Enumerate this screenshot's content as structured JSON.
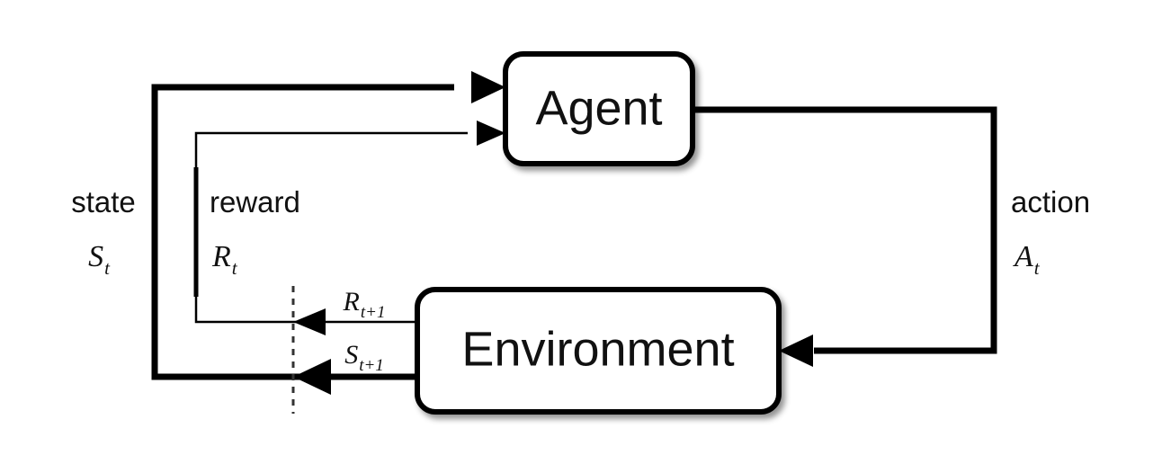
{
  "figure": {
    "kind": "reinforcement-learning-agent-environment-loop",
    "background_color": "#ffffff",
    "line_color": "#000000"
  },
  "nodes": {
    "agent": {
      "label": "Agent"
    },
    "environment": {
      "label": "Environment"
    }
  },
  "signals": {
    "state": {
      "word": "state",
      "symbol": "S",
      "subscript": "t"
    },
    "reward": {
      "word": "reward",
      "symbol": "R",
      "subscript": "t"
    },
    "action": {
      "word": "action",
      "symbol": "A",
      "subscript": "t"
    }
  },
  "edge_labels": {
    "reward_next": {
      "symbol": "R",
      "subscript": "t+1"
    },
    "state_next": {
      "symbol": "S",
      "subscript": "t+1"
    }
  }
}
